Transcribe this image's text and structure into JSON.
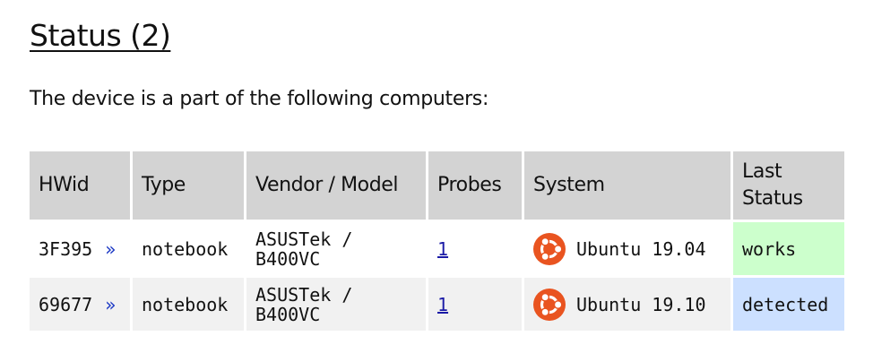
{
  "heading": {
    "text": "Status (2)"
  },
  "intro": "The device is a part of the following computers:",
  "table": {
    "headers": {
      "hwid": "HWid",
      "type": "Type",
      "vendor": "Vendor / Model",
      "probes": "Probes",
      "system": "System",
      "status_line1": "Last",
      "status_line2": "Status"
    },
    "rows": [
      {
        "hwid": "3F395",
        "arrow": "»",
        "type": "notebook",
        "vendor": "ASUSTek /",
        "model": "B400VC",
        "probes": "1",
        "system_icon": "ubuntu-icon",
        "system": "Ubuntu 19.04",
        "status": "works"
      },
      {
        "hwid": "69677",
        "arrow": "»",
        "type": "notebook",
        "vendor": "ASUSTek /",
        "model": "B400VC",
        "probes": "1",
        "system_icon": "ubuntu-icon",
        "system": "Ubuntu 19.10",
        "status": "detected"
      }
    ]
  },
  "colors": {
    "header_bg": "#d3d3d3",
    "row_alt_bg": "#f1f1f1",
    "status_works": "#ccffcc",
    "status_detected": "#cce0ff",
    "ubuntu_orange": "#e95420",
    "link": "#1a1aa6",
    "arrow": "#1a37c4"
  }
}
